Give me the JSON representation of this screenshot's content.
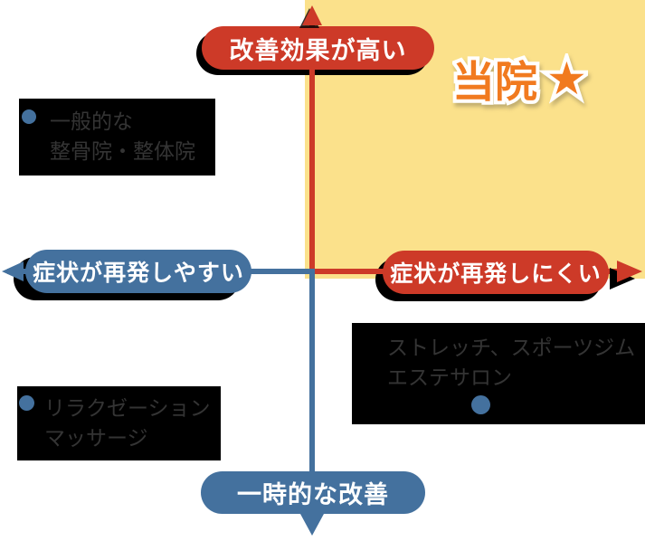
{
  "diagram": {
    "title_meaning": "clinic positioning quadrant map",
    "axes": {
      "top": "改善効果が高い",
      "bottom": "一時的な改善",
      "left": "症状が再発しやすい",
      "right": "症状が再発しにくい"
    },
    "clinic": {
      "label": "当院",
      "star": "★"
    },
    "competitors": {
      "general": {
        "line1": "一般的な",
        "line2": "整骨院・整体院"
      },
      "relaxation": {
        "line1": "リラクゼーション",
        "line2": "マッサージ"
      },
      "stretch": {
        "line1": "ストレッチ、スポーツジム",
        "line2": "エステサロン"
      }
    },
    "colors": {
      "accent_red": "#cd3a28",
      "accent_blue": "#44719e",
      "highlight_yellow": "#fbe18b",
      "clinic_orange": "#f17a1f",
      "box_background": "#000000",
      "box_text": "#343434"
    }
  }
}
